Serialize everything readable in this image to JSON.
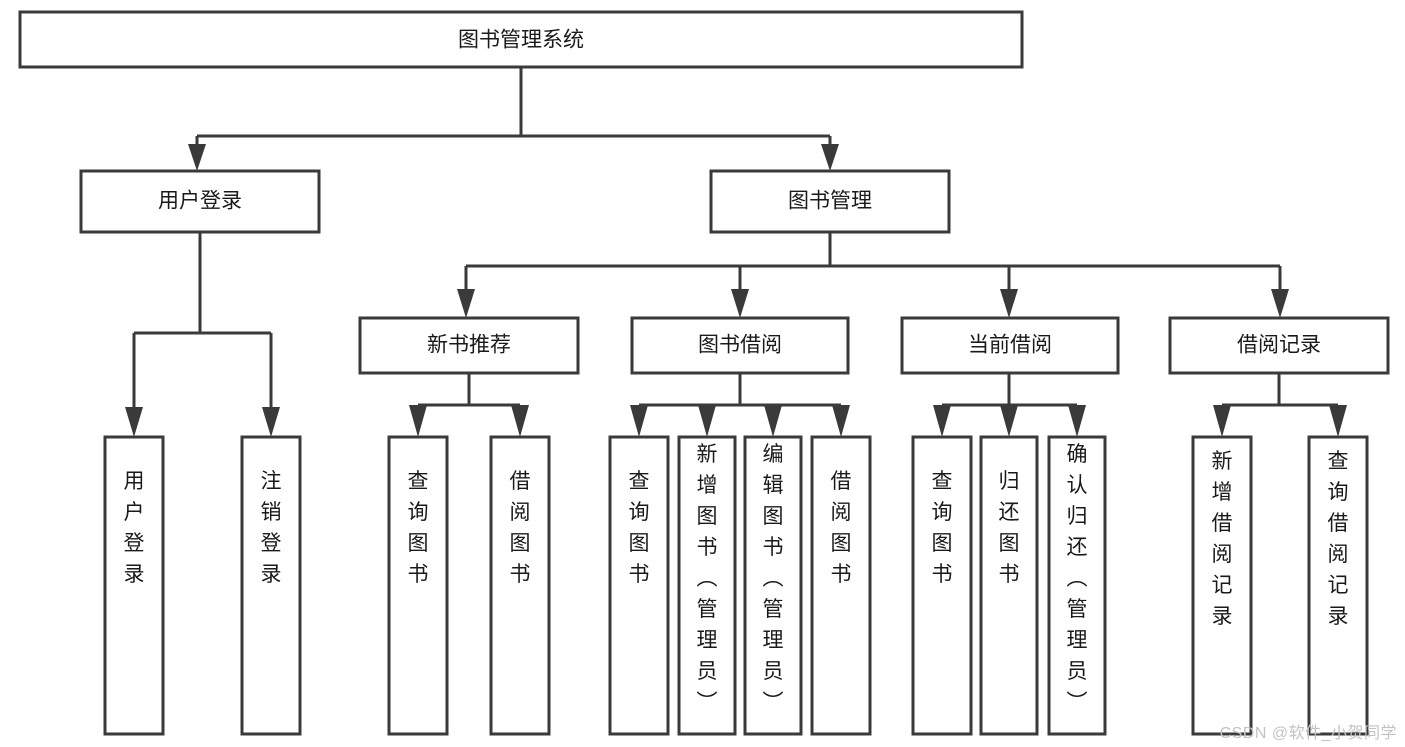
{
  "diagram": {
    "type": "tree-hierarchy-chart",
    "title": "图书管理系统",
    "watermark": "CSDN @软件_小贺同学",
    "colors": {
      "stroke": "#3a3a3a",
      "box_fill": "#ffffff",
      "text": "#1a1a1a",
      "background": "#ffffff",
      "watermark": "#c2c2c2"
    },
    "nodes": {
      "root": {
        "label": "图书管理系统",
        "level": 1,
        "orientation": "horizontal"
      },
      "level2": [
        {
          "id": "user-login",
          "label": "用户登录",
          "orientation": "horizontal"
        },
        {
          "id": "book-manage",
          "label": "图书管理",
          "orientation": "horizontal"
        }
      ],
      "level3": [
        {
          "id": "new-book-recommend",
          "label": "新书推荐",
          "orientation": "horizontal"
        },
        {
          "id": "book-borrow",
          "label": "图书借阅",
          "orientation": "horizontal"
        },
        {
          "id": "current-borrow",
          "label": "当前借阅",
          "orientation": "horizontal"
        },
        {
          "id": "borrow-record",
          "label": "借阅记录",
          "orientation": "horizontal"
        }
      ],
      "leaves": [
        {
          "id": "leaf-user-login",
          "label": "用户登录",
          "parent": "user-login",
          "orientation": "vertical"
        },
        {
          "id": "leaf-logout-login",
          "label": "注销登录",
          "parent": "user-login",
          "orientation": "vertical"
        },
        {
          "id": "leaf-query-book-1",
          "label": "查询图书",
          "parent": "new-book-recommend",
          "orientation": "vertical"
        },
        {
          "id": "leaf-borrow-book-1",
          "label": "借阅图书",
          "parent": "new-book-recommend",
          "orientation": "vertical"
        },
        {
          "id": "leaf-query-book-2",
          "label": "查询图书",
          "parent": "book-borrow",
          "orientation": "vertical"
        },
        {
          "id": "leaf-add-book",
          "label": "新增图书（管理员）",
          "parent": "book-borrow",
          "orientation": "vertical"
        },
        {
          "id": "leaf-edit-book",
          "label": "编辑图书（管理员）",
          "parent": "book-borrow",
          "orientation": "vertical"
        },
        {
          "id": "leaf-borrow-book-2",
          "label": "借阅图书",
          "parent": "book-borrow",
          "orientation": "vertical"
        },
        {
          "id": "leaf-query-book-3",
          "label": "查询图书",
          "parent": "current-borrow",
          "orientation": "vertical"
        },
        {
          "id": "leaf-return-book",
          "label": "归还图书",
          "parent": "current-borrow",
          "orientation": "vertical"
        },
        {
          "id": "leaf-confirm-return",
          "label": "确认归还（管理员）",
          "parent": "current-borrow",
          "orientation": "vertical"
        },
        {
          "id": "leaf-add-record",
          "label": "新增借阅记录",
          "parent": "borrow-record",
          "orientation": "vertical"
        },
        {
          "id": "leaf-query-record",
          "label": "查询借阅记录",
          "parent": "borrow-record",
          "orientation": "vertical"
        }
      ]
    }
  }
}
